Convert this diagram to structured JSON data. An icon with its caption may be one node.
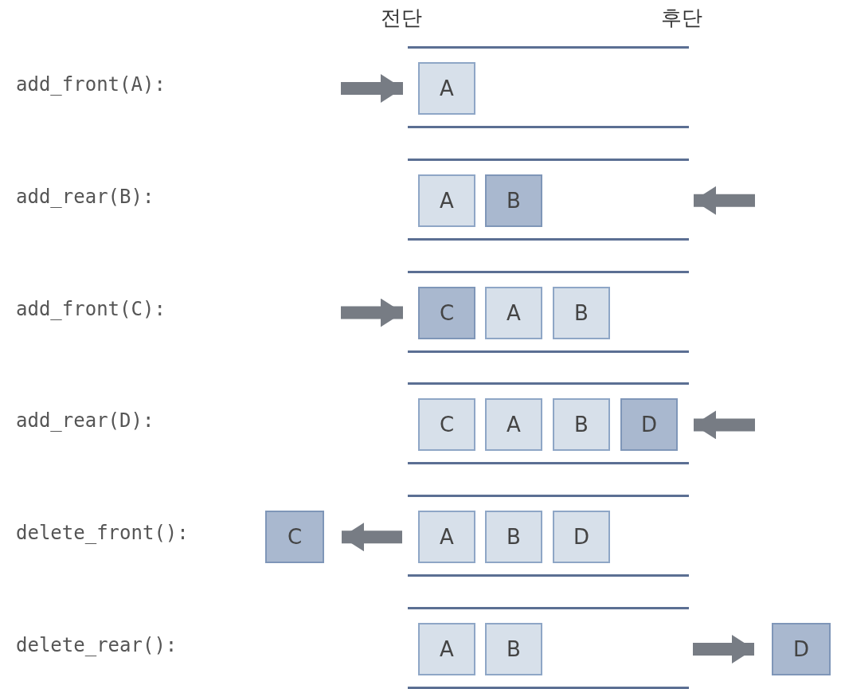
{
  "diagram": {
    "nodes": [
      {
        "text": [],
        "shape": "band"
      },
      {
        "text": [
          "A"
        ],
        "in": 0
      },
      {
        "text": [],
        "shape": "band"
      },
      {
        "text": [
          "A"
        ],
        "in": 2
      },
      {
        "text": [
          "B"
        ],
        "in": 2
      },
      {
        "text": [],
        "shape": "band"
      },
      {
        "text": [
          "C"
        ],
        "in": 5
      },
      {
        "text": [
          "A"
        ],
        "in": 5
      },
      {
        "text": [
          "B"
        ],
        "in": 5
      },
      {
        "text": [],
        "shape": "band"
      },
      {
        "text": [
          "C"
        ],
        "in": 9
      },
      {
        "text": [
          "A"
        ],
        "in": 9
      },
      {
        "text": [
          "B"
        ],
        "in": 9
      },
      {
        "text": [
          "D"
        ],
        "in": 9
      },
      {
        "text": [
          "C"
        ]
      },
      {
        "text": [],
        "shape": "band"
      },
      {
        "text": [
          "A"
        ],
        "in": 15
      },
      {
        "text": [
          "B"
        ],
        "in": 15
      },
      {
        "text": [
          "D"
        ],
        "in": 15
      },
      {
        "text": [],
        "shape": "band"
      },
      {
        "text": [
          "A"
        ],
        "in": 19
      },
      {
        "text": [
          "B"
        ],
        "in": 19
      },
      {
        "text": [
          "D"
        ]
      }
    ],
    "edges": [
      {
        "from": null,
        "to": 0,
        "arrow": "to"
      },
      {
        "from": null,
        "to": 2,
        "arrow": "to"
      },
      {
        "from": null,
        "to": 5,
        "arrow": "to"
      },
      {
        "from": null,
        "to": 9,
        "arrow": "to"
      },
      {
        "from": 15,
        "to": 14,
        "arrow": "to"
      },
      {
        "from": 19,
        "to": 22,
        "arrow": "to"
      }
    ],
    "labels": [
      "전단",
      "후단",
      "add_front(A):",
      "add_rear(B):",
      "add_front(C):",
      "add_rear(D):",
      "delete_front():",
      "delete_rear():"
    ]
  }
}
